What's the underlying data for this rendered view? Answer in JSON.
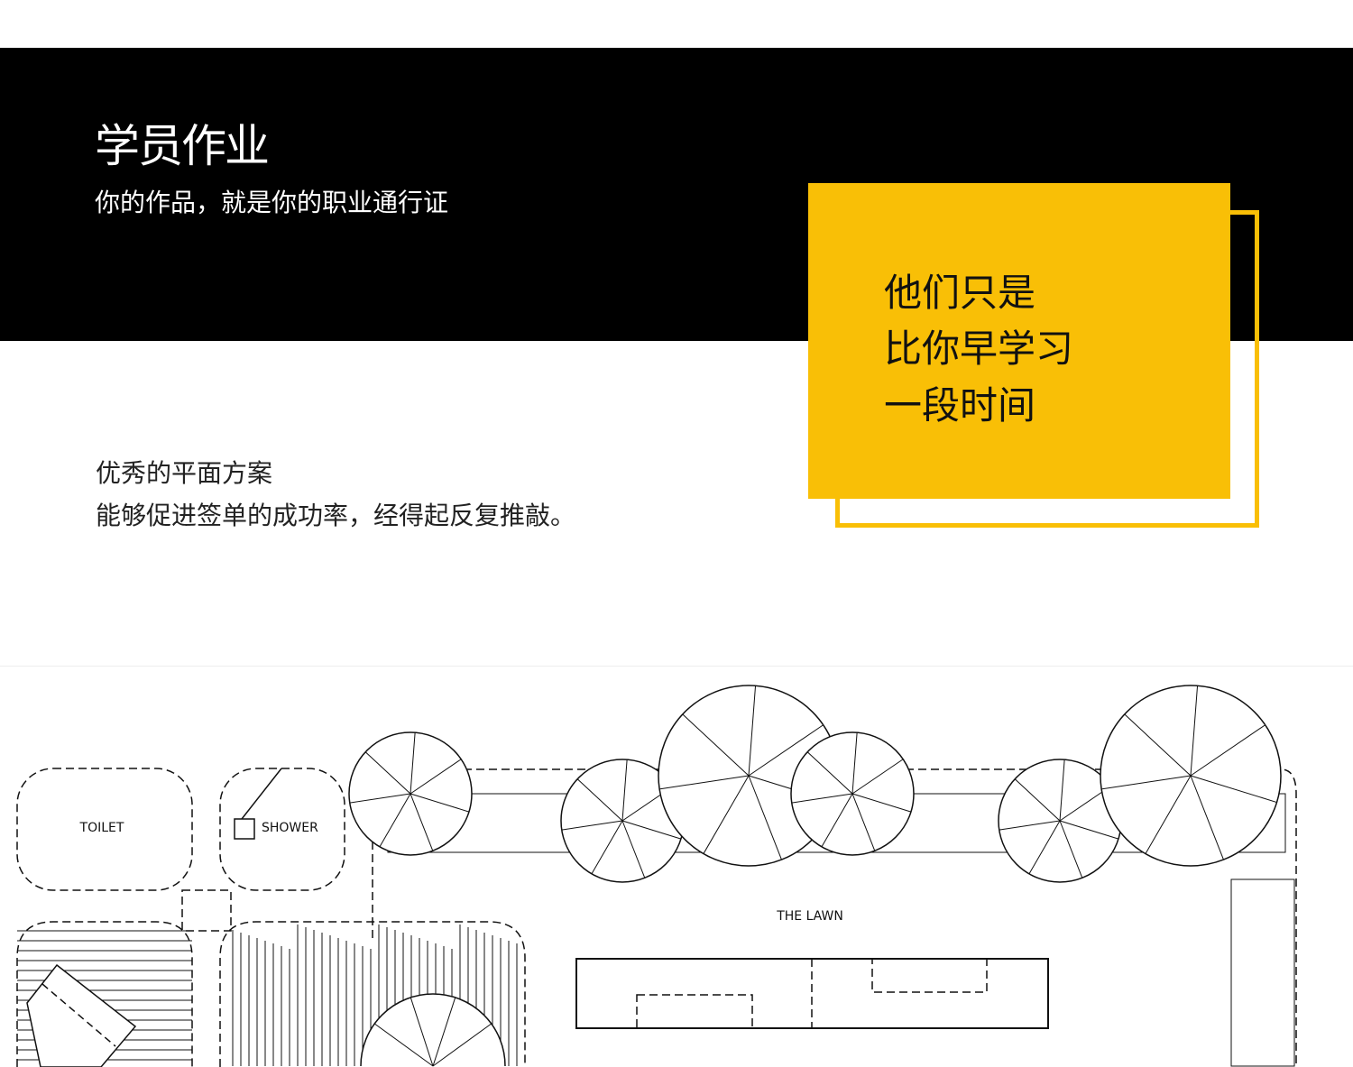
{
  "header": {
    "title": "学员作业",
    "subtitle": "你的作品，就是你的职业通行证"
  },
  "card": {
    "lines": [
      "他们只是",
      "比你早学习",
      "一段时间"
    ]
  },
  "description": {
    "line1": "优秀的平面方案",
    "line2": "能够促进签单的成功率，经得起反复推敲。"
  },
  "plan": {
    "labels": {
      "toilet": "TOILET",
      "shower": "SHOWER",
      "lawn": "THE LAWN"
    }
  },
  "colors": {
    "accent": "#f9bf06",
    "band": "#000000"
  }
}
